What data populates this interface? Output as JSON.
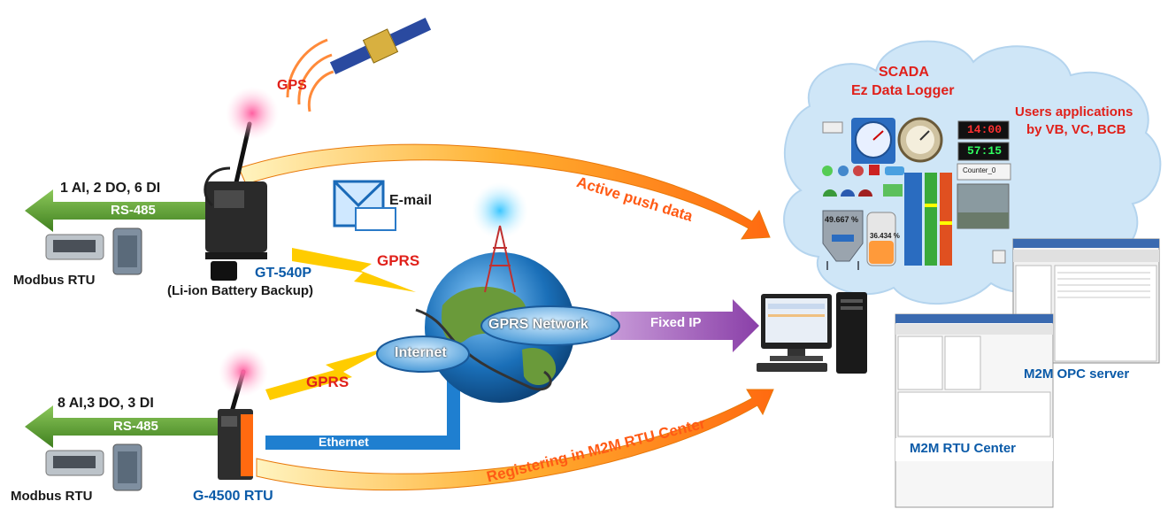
{
  "labels": {
    "gps": "GPS",
    "gprs_top": "GPRS",
    "gprs_bottom": "GPRS",
    "email": "E-mail",
    "io_top": "1 AI, 2 DO, 6 DI",
    "rs485_top": "RS-485",
    "modbus_top": "Modbus RTU",
    "gt540p": "GT-540P",
    "battery": "(Li-ion Battery Backup)",
    "io_bottom": "8 AI,3 DO, 3 DI",
    "rs485_bottom": "RS-485",
    "modbus_bottom": "Modbus RTU",
    "g4500": "G-4500 RTU",
    "ethernet": "Ethernet",
    "internet": "Internet",
    "gprs_network": "GPRS Network",
    "fixed_ip": "Fixed IP",
    "active_push": "Active push data",
    "registering": "Registering in M2M RTU Center",
    "scada": "SCADA",
    "ez_logger": "Ez Data Logger",
    "users_apps_1": "Users applications",
    "users_apps_2": "by VB, VC, BCB",
    "opc_server": "M2M OPC server",
    "rtu_center": "M2M RTU Center"
  },
  "gauges": {
    "tank_level_1": "49.667 %",
    "tank_level_2": "36.434 %",
    "led_top": "14:00",
    "led_bottom": "57:15",
    "counter": "Counter_0"
  },
  "colors": {
    "green_arrow": "#5a9a2c",
    "blue_ethernet": "#1f7fd0",
    "orange_arrow": "#ff7a1a",
    "purple_arrow": "#9b4fb4",
    "cloud": "#cfe6f7",
    "label_blue": "#0a5aa8",
    "label_red": "#e0201a"
  }
}
